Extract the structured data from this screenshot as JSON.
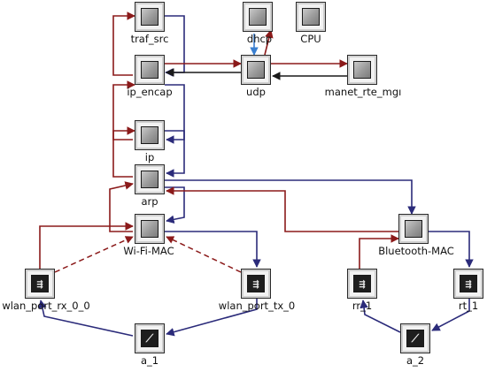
{
  "nodes": {
    "traf_src": {
      "label": "traf_src",
      "kind": "module"
    },
    "dhcp": {
      "label": "dhcp",
      "kind": "module"
    },
    "cpu": {
      "label": "CPU",
      "kind": "module"
    },
    "ip_encap": {
      "label": "ip_encap",
      "kind": "module"
    },
    "udp": {
      "label": "udp",
      "kind": "module"
    },
    "manet_rte_mgr": {
      "label": "manet_rte_mgı",
      "kind": "module"
    },
    "ip": {
      "label": "ip",
      "kind": "module"
    },
    "arp": {
      "label": "arp",
      "kind": "module"
    },
    "wifi_mac": {
      "label": "Wi-Fi-MAC",
      "kind": "module"
    },
    "bluetooth_mac": {
      "label": "Bluetooth-MAC",
      "kind": "module"
    },
    "wlan_port_rx_0": {
      "label": "wlan_port_rx_0_0",
      "kind": "receiver"
    },
    "wlan_port_tx_0": {
      "label": "wlan_port_tx_0",
      "kind": "transmitter"
    },
    "rr_1": {
      "label": "rr_1",
      "kind": "receiver"
    },
    "rt_1": {
      "label": "rt_1",
      "kind": "transmitter"
    },
    "a_1": {
      "label": "a_1",
      "kind": "antenna"
    },
    "a_2": {
      "label": "a_2",
      "kind": "antenna"
    }
  },
  "colors": {
    "packet_stream_down": "#2b2b7a",
    "packet_stream_up": "#8b1a1a",
    "statistic_wire": "#8b1a1a",
    "dhcp_link": "#3a7fd0",
    "link_black": "#1a1a1a"
  },
  "link_types": [
    "packet_stream",
    "statistic_wire"
  ]
}
